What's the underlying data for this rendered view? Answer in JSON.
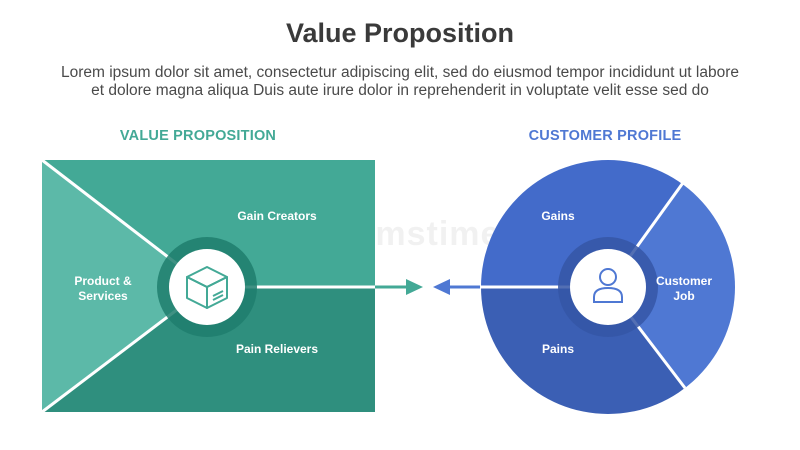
{
  "header": {
    "title": "Value Proposition",
    "subtitle_line1": "Lorem ipsum dolor sit amet, consectetur adipiscing elit, sed do eiusmod tempor incididunt ut labore",
    "subtitle_line2": "et dolore magna aliqua Duis aute irure dolor in reprehenderit in voluptate velit esse sed do"
  },
  "value_proposition": {
    "heading": "VALUE PROPOSITION",
    "segments": {
      "left_line1": "Product &",
      "left_line2": "Services",
      "top": "Gain Creators",
      "bottom": "Pain Relievers"
    },
    "center_icon": "box-icon"
  },
  "customer_profile": {
    "heading": "CUSTOMER PROFILE",
    "segments": {
      "top": "Gains",
      "right_line1": "Customer",
      "right_line2": "Job",
      "bottom": "Pains"
    },
    "center_icon": "user-icon"
  },
  "watermark": "dreamstime",
  "colors": {
    "teal_light": "#5cb9a8",
    "teal_mid": "#43a996",
    "teal_dark": "#2f8f7e",
    "blue_light": "#4f78d3",
    "blue_mid": "#436bca",
    "blue_dark": "#3b5fb4",
    "title": "#3a3a3a"
  }
}
